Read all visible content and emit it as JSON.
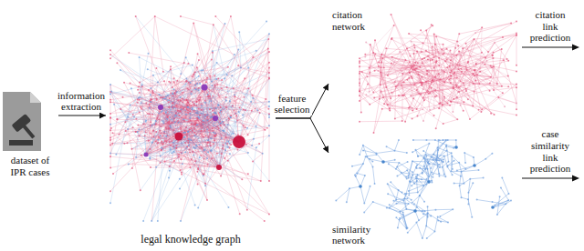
{
  "diagram": {
    "nodes": [
      {
        "text": [
          "dataset of IPR cases"
        ]
      },
      {
        "text": [
          "legal knowledge graph"
        ]
      },
      {
        "text": [
          "citation network"
        ]
      },
      {
        "text": [
          "similarity network"
        ]
      }
    ],
    "edges": [
      {
        "from": 0,
        "to": 1,
        "arrow": "to",
        "label": "information extraction"
      },
      {
        "from": 1,
        "to": 2,
        "arrow": "to",
        "label": "feature selection"
      },
      {
        "from": 1,
        "to": 3,
        "arrow": "to"
      }
    ],
    "labels": [
      "citation link prediction",
      "case similarity link prediction"
    ]
  }
}
